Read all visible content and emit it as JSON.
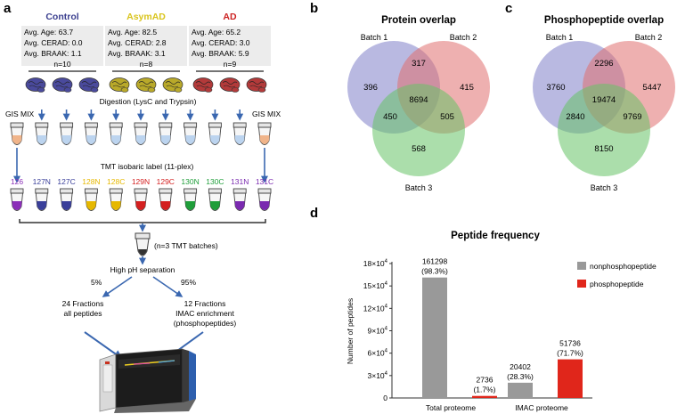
{
  "panel_a": {
    "label": "a",
    "groups": [
      {
        "name": "Control",
        "color": "#3b3f8f",
        "brain_color": "#4a4a9c",
        "age": "Avg. Age: 63.7",
        "cerad": "Avg. CERAD: 0.0",
        "braak": "Avg. BRAAK: 1.1",
        "n": "n=10"
      },
      {
        "name": "AsymAD",
        "color": "#d9c41c",
        "brain_color": "#b9a92a",
        "age": "Avg. Age: 82.5",
        "cerad": "Avg. CERAD: 2.8",
        "braak": "Avg. BRAAK: 3.1",
        "n": "n=8"
      },
      {
        "name": "AD",
        "color": "#cc2222",
        "brain_color": "#b33a3a",
        "age": "Avg. Age: 65.2",
        "cerad": "Avg. CERAD: 3.0",
        "braak": "Avg. BRAAK: 5.9",
        "n": "n=9"
      }
    ],
    "gis_left": "GIS MIX",
    "gis_right": "GIS MIX",
    "digestion": "Digestion (LysC and Trypsin)",
    "tmt_label": "TMT isobaric label (11-plex)",
    "channels": [
      {
        "name": "126",
        "color": "#8b2fb8"
      },
      {
        "name": "127N",
        "color": "#3a3f9a"
      },
      {
        "name": "127C",
        "color": "#3a3f9a"
      },
      {
        "name": "128N",
        "color": "#e6b800"
      },
      {
        "name": "128C",
        "color": "#e6b800"
      },
      {
        "name": "129N",
        "color": "#d42020"
      },
      {
        "name": "129C",
        "color": "#d42020"
      },
      {
        "name": "130N",
        "color": "#1f9e3a"
      },
      {
        "name": "130C",
        "color": "#1f9e3a"
      },
      {
        "name": "131N",
        "color": "#7a2ab0"
      },
      {
        "name": "131C",
        "color": "#7a2ab0"
      }
    ],
    "batches": "(n=3 TMT batches)",
    "high_ph": "High pH separation",
    "pct_left": "5%",
    "pct_right": "95%",
    "left_line1": "24 Fractions",
    "left_line2": "all peptides",
    "right_line1": "12 Fractions",
    "right_line2": "IMAC enrichment",
    "right_line3": "(phosphopeptides)"
  },
  "panel_b": {
    "label": "b",
    "title": "Protein overlap",
    "set_labels": [
      "Batch 1",
      "Batch 2",
      "Batch 3"
    ],
    "regions": {
      "only1": "396",
      "only2": "415",
      "only3": "568",
      "b12": "317",
      "b13": "450",
      "b23": "505",
      "all": "8694"
    }
  },
  "panel_c": {
    "label": "c",
    "title": "Phosphopeptide overlap",
    "set_labels": [
      "Batch 1",
      "Batch 2",
      "Batch 3"
    ],
    "regions": {
      "only1": "3760",
      "only2": "5447",
      "only3": "8150",
      "b12": "2296",
      "b13": "2840",
      "b23": "9769",
      "all": "19474"
    }
  },
  "venn_colors": {
    "set1": "#8080c8",
    "set2": "#e07070",
    "set3": "#66c266"
  },
  "panel_d": {
    "label": "d",
    "chart_data": {
      "type": "bar",
      "title": "Peptide frequency",
      "ylabel": "Number of peptides",
      "categories": [
        "Total proteome",
        "IMAC proteome"
      ],
      "series": [
        {
          "name": "nonphosphopeptide",
          "color": "#999999",
          "values": [
            161298,
            20402
          ],
          "labels": [
            [
              "161298",
              "(98.3%)"
            ],
            [
              "20402",
              "(28.3%)"
            ]
          ]
        },
        {
          "name": "phosphopeptide",
          "color": "#e0261b",
          "values": [
            2736,
            51736
          ],
          "labels": [
            [
              "2736",
              "(1.7%)"
            ],
            [
              "51736",
              "(71.7%)"
            ]
          ]
        }
      ],
      "ylim": [
        0,
        180000
      ],
      "yticks": [
        0,
        30000,
        60000,
        90000,
        120000,
        150000,
        180000
      ],
      "ytick_labels": [
        {
          "base": "0",
          "exp": ""
        },
        {
          "base": "3×10",
          "exp": "4"
        },
        {
          "base": "6×10",
          "exp": "4"
        },
        {
          "base": "9×10",
          "exp": "4"
        },
        {
          "base": "12×10",
          "exp": "4"
        },
        {
          "base": "15×10",
          "exp": "4"
        },
        {
          "base": "18×10",
          "exp": "4"
        }
      ],
      "legend_position": "right"
    }
  }
}
